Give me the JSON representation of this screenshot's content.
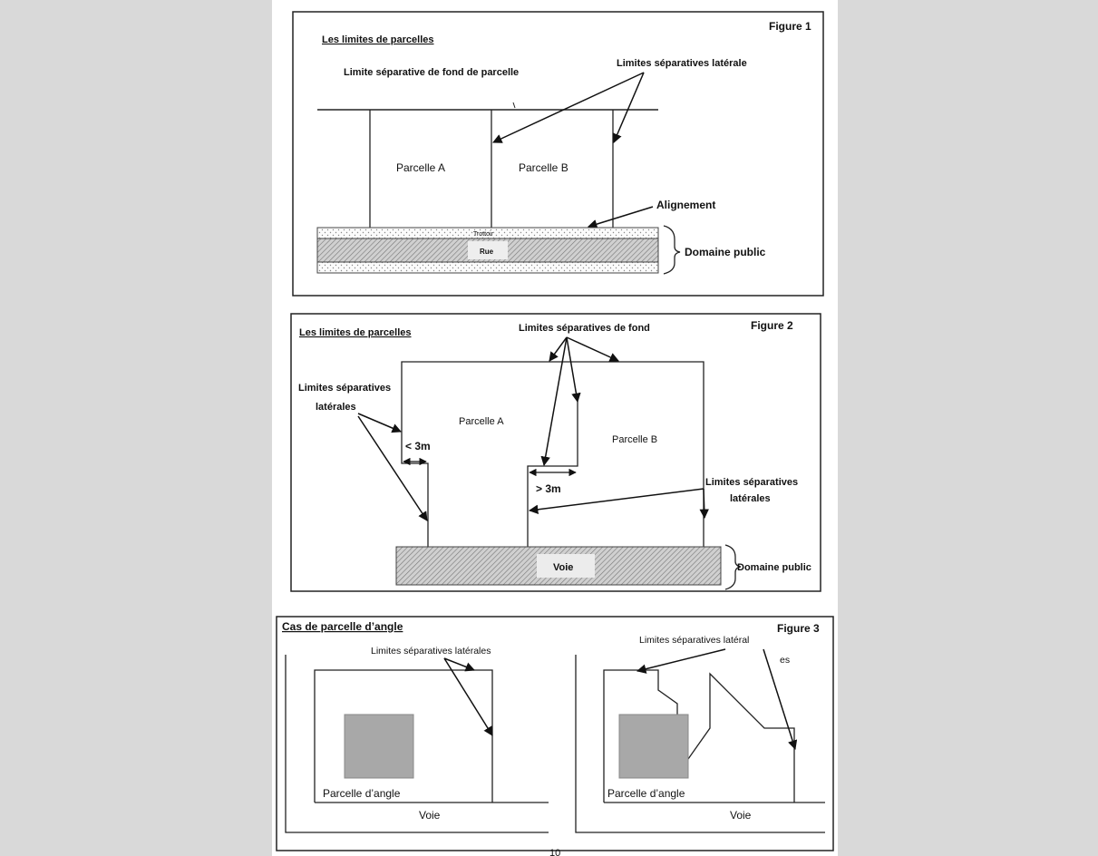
{
  "figure1": {
    "figure_label": "Figure 1",
    "heading": "Les limites de parcelles",
    "label_fond": "Limite séparative de fond de parcelle",
    "label_laterale": "Limites séparatives latérale",
    "parcel_a": "Parcelle A",
    "parcel_b": "Parcelle B",
    "alignement": "Alignement",
    "trottoir": "Trottoir",
    "rue": "Rue",
    "domaine_public": "Domaine public"
  },
  "figure2": {
    "figure_label": "Figure 2",
    "heading": "Les limites de parcelles",
    "label_fond": "Limites séparatives de fond",
    "label_laterales_left_1": "Limites séparatives",
    "label_laterales_left_2": "latérales",
    "label_laterales_right_1": "Limites séparatives",
    "label_laterales_right_2": "latérales",
    "parcel_a": "Parcelle A",
    "parcel_b": "Parcelle B",
    "dist_less": "< 3m",
    "dist_more": "> 3m",
    "voie": "Voie",
    "domaine_public": "Domaine public"
  },
  "figure3": {
    "figure_label": "Figure 3",
    "heading": "Cas de parcelle d’angle",
    "left_label": "Limites séparatives latérales",
    "left_parcel": "Parcelle d’angle",
    "left_voie": "Voie",
    "right_label": "Limites séparatives latéral",
    "right_label_cont": "es",
    "right_parcel": "Parcelle d’angle",
    "right_voie": "Voie"
  },
  "page_number": "10"
}
